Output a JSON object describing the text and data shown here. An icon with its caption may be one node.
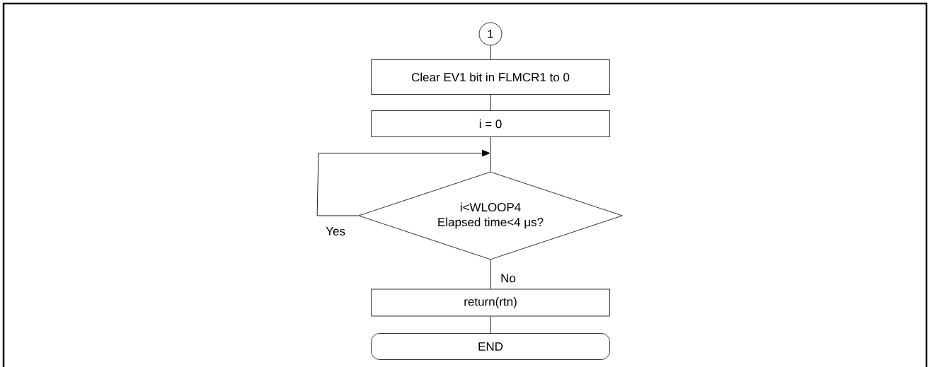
{
  "diagram": {
    "nodes": [
      {
        "text": [
          "1"
        ]
      },
      {
        "text": [
          "Clear EV1 bit in FLMCR1 to 0"
        ]
      },
      {
        "text": [
          "i = 0"
        ]
      },
      {
        "text": [
          "i<WLOOP4",
          "Elapsed time<4 μs?"
        ]
      },
      {
        "text": [
          "return(rtn)"
        ]
      },
      {
        "text": [
          "END"
        ]
      }
    ],
    "edges": [
      {
        "from": 0,
        "to": 1,
        "arrow": "none"
      },
      {
        "from": 1,
        "to": 2,
        "arrow": "none"
      },
      {
        "from": 2,
        "to": 3,
        "arrow": "none"
      },
      {
        "from": 3,
        "to": null,
        "arrow": "to",
        "label": "Yes"
      },
      {
        "from": 3,
        "to": 4,
        "arrow": "none",
        "label": "No"
      },
      {
        "from": 4,
        "to": 5,
        "arrow": "none"
      }
    ]
  }
}
